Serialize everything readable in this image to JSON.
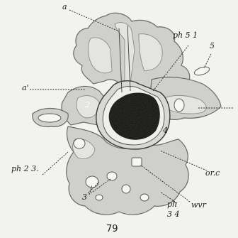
{
  "figure": {
    "labels": {
      "a": "a",
      "a_prime": "a'",
      "ph51": "ph 5 1",
      "five": "5",
      "two": "2",
      "four": "4",
      "ph23": "ph 2 3.",
      "orc": "or.c",
      "three": "3",
      "wvr": "wvr",
      "ph34_a": "ph",
      "ph34_b": "3 4"
    },
    "page_number": "79"
  }
}
